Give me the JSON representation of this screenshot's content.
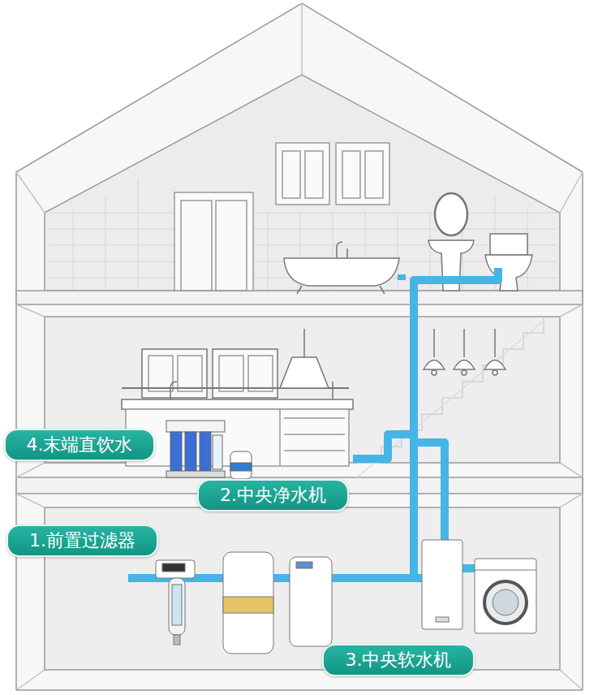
{
  "diagram": {
    "nodes": [
      {
        "text": [
          "4.末端直饮水"
        ]
      },
      {
        "text": [
          "2.中央净水机"
        ]
      },
      {
        "text": [
          "1.前置过滤器"
        ]
      },
      {
        "text": [
          "3.中央软水机"
        ]
      }
    ]
  }
}
